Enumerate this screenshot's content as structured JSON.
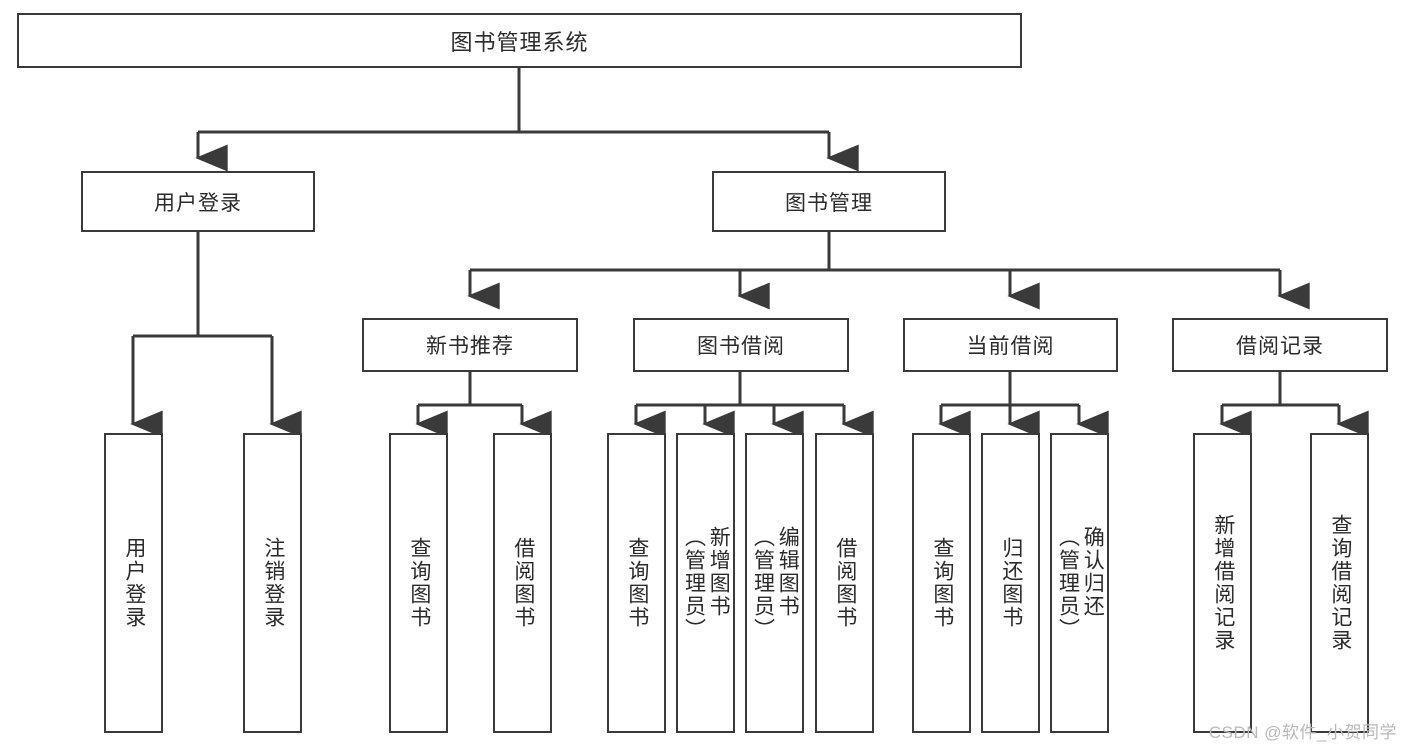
{
  "diagram": {
    "type": "hierarchy-tree",
    "title": "图书管理系统",
    "watermark": "CSDN @软件_小贺同学",
    "colors": {
      "stroke": "#3a3a3a",
      "fill": "#ffffff",
      "text": "#2b2b2b",
      "watermark": "#b9b9b9"
    },
    "root": {
      "label": "图书管理系统"
    },
    "level2": [
      {
        "label": "用户登录"
      },
      {
        "label": "图书管理"
      }
    ],
    "level3": [
      {
        "label": "新书推荐"
      },
      {
        "label": "图书借阅"
      },
      {
        "label": "当前借阅"
      },
      {
        "label": "借阅记录"
      }
    ],
    "leaves": {
      "user_login": [
        {
          "label": "用户登录"
        },
        {
          "label": "注销登录"
        }
      ],
      "new_book": [
        {
          "label": "查询图书"
        },
        {
          "label": "借阅图书"
        }
      ],
      "book_borrow": [
        {
          "label": "查询图书"
        },
        {
          "label": "新增图书\n（管理员）"
        },
        {
          "label": "编辑图书\n（管理员）"
        },
        {
          "label": "借阅图书"
        }
      ],
      "current_borrow": [
        {
          "label": "查询图书"
        },
        {
          "label": "归还图书"
        },
        {
          "label": "确认归还\n（管理员）"
        }
      ],
      "borrow_record": [
        {
          "label": "新增借阅记录"
        },
        {
          "label": "查询借阅记录"
        }
      ]
    }
  }
}
